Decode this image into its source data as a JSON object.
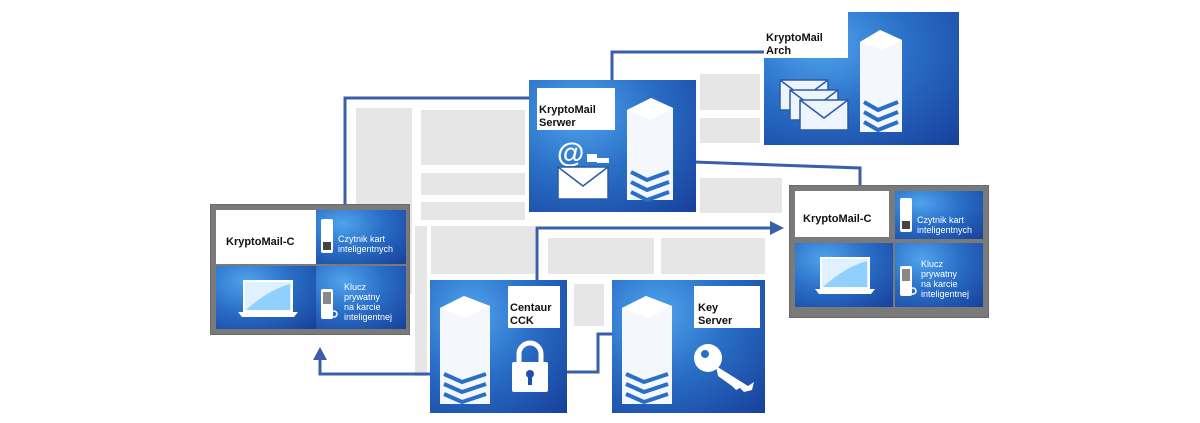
{
  "nodes": {
    "crypto_arch": {
      "title": "KryptoMail\nArch",
      "icons": [
        "envelopes-icon",
        "server-icon"
      ]
    },
    "crypto_server": {
      "title": "KryptoMail\nSerwer",
      "icons": [
        "at-sign-icon",
        "envelope-icon",
        "server-icon"
      ]
    },
    "client_left": {
      "title": "KryptoMail-C",
      "reader_label": "Czytnik kart\ninteligentnych",
      "key_label": "Klucz\nprywatny\nna karcie\ninteligentnej"
    },
    "client_right": {
      "title": "KryptoMail-C",
      "reader_label": "Czytnik kart\ninteligentnych",
      "key_label": "Klucz\nprywatny\nna karcie\ninteligentnej"
    },
    "centaur": {
      "title": "Centaur\nCCK",
      "icons": [
        "server-icon",
        "padlock-icon"
      ]
    },
    "key_server": {
      "title": "Key\nServer",
      "icons": [
        "server-icon",
        "key-icon"
      ]
    }
  },
  "colors": {
    "tile_light": "#4fa3ec",
    "tile_dark": "#173f9a",
    "frame_grey": "#7a7a7a",
    "connector": "#3a5fa8",
    "placeholder": "#e6e6e6"
  }
}
